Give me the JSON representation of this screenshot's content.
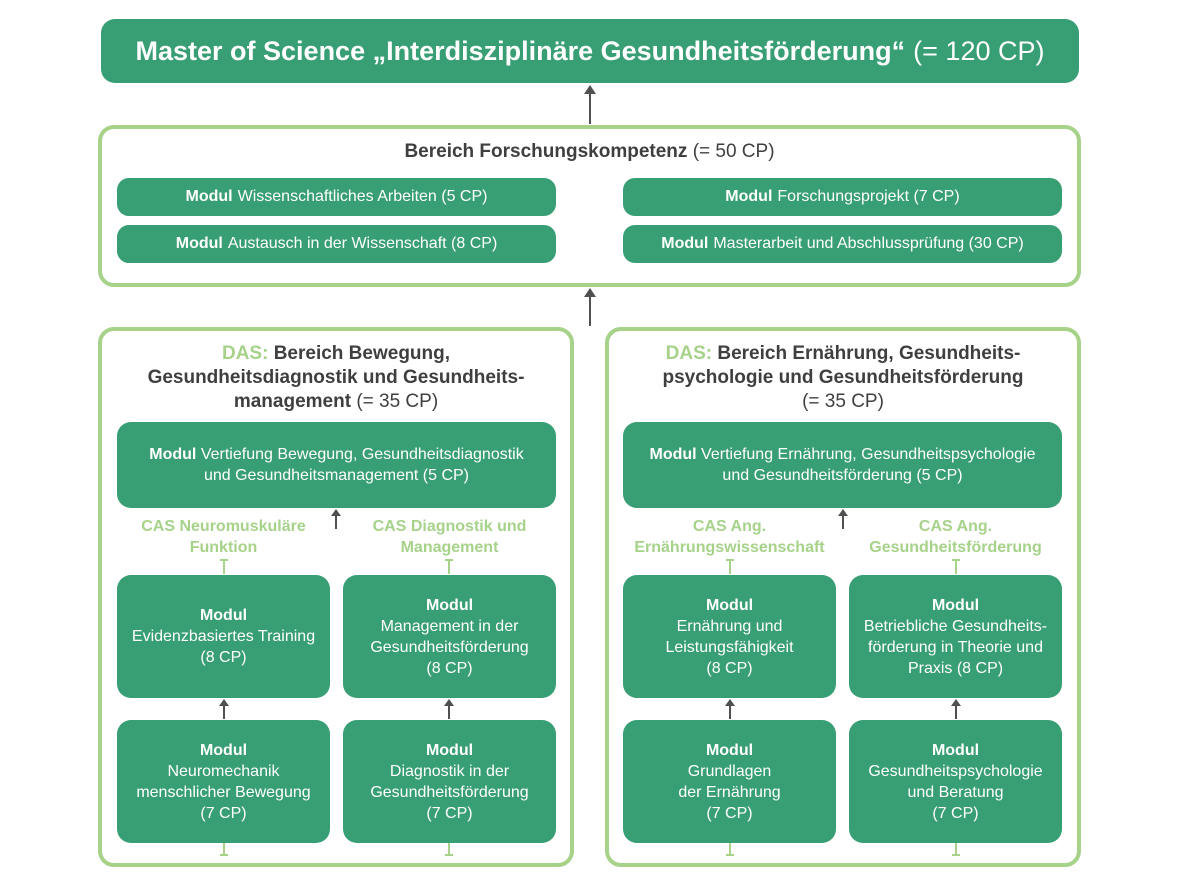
{
  "master": {
    "title": "Master of Science „Interdisziplinäre Gesundheitsförderung“",
    "cp": "(= 120 CP)"
  },
  "research": {
    "title": "Bereich Forschungskompetenz",
    "cp": "(= 50 CP)",
    "modules": [
      {
        "prefix": "Modul",
        "text": "Wissenschaftliches Arbeiten (5 CP)"
      },
      {
        "prefix": "Modul",
        "text": "Forschungsprojekt (7 CP)"
      },
      {
        "prefix": "Modul",
        "text": "Austausch in der Wissenschaft (8 CP)"
      },
      {
        "prefix": "Modul",
        "text": "Masterarbeit und Abschlussprüfung (30 CP)"
      }
    ]
  },
  "das_left": {
    "das_label": "DAS:",
    "title_lines": [
      "Bereich Bewegung,",
      "Gesundheitsdiagnostik und Gesundheits-",
      "management"
    ],
    "cp": "(= 35 CP)",
    "top_module": {
      "prefix": "Modul",
      "lines": [
        "Vertiefung Bewegung, Gesundheitsdiagnostik",
        "und Gesundheitsmanagement (5 CP)"
      ]
    },
    "cas": [
      {
        "lines": [
          "CAS Neuromuskuläre",
          "Funktion"
        ]
      },
      {
        "lines": [
          "CAS Diagnostik und",
          "Management"
        ]
      }
    ],
    "modules": [
      {
        "prefix": "Modul",
        "lines": [
          "Evidenzbasiertes Training",
          "(8 CP)"
        ]
      },
      {
        "prefix": "Modul",
        "lines": [
          "Management in der",
          "Gesundheitsförderung",
          "(8 CP)"
        ]
      },
      {
        "prefix": "Modul",
        "lines": [
          "Neuromechanik",
          "menschlicher Bewegung",
          "(7 CP)"
        ]
      },
      {
        "prefix": "Modul",
        "lines": [
          "Diagnostik in der",
          "Gesundheitsförderung",
          "(7 CP)"
        ]
      }
    ]
  },
  "das_right": {
    "das_label": "DAS:",
    "title_lines": [
      "Bereich Ernährung, Gesundheits-",
      "psychologie und Gesundheitsförderung"
    ],
    "cp": "(= 35 CP)",
    "top_module": {
      "prefix": "Modul",
      "lines": [
        "Vertiefung Ernährung, Gesundheitspsychologie",
        "und Gesundheitsförderung (5 CP)"
      ]
    },
    "cas": [
      {
        "lines": [
          "CAS Ang.",
          "Ernährungswissenschaft"
        ]
      },
      {
        "lines": [
          "CAS Ang.",
          "Gesundheitsförderung"
        ]
      }
    ],
    "modules": [
      {
        "prefix": "Modul",
        "lines": [
          "Ernährung und",
          "Leistungsfähigkeit",
          "(8 CP)"
        ]
      },
      {
        "prefix": "Modul",
        "lines": [
          "Betriebliche Gesundheits-",
          "förderung in Theorie und",
          "Praxis (8 CP)"
        ]
      },
      {
        "prefix": "Modul",
        "lines": [
          "Grundlagen",
          "der Ernährung",
          "(7 CP)"
        ]
      },
      {
        "prefix": "Modul",
        "lines": [
          "Gesundheitspsychologie",
          "und Beratung",
          "(7 CP)"
        ]
      }
    ]
  },
  "colors": {
    "module_green": "#389e73",
    "frame_green": "#a6d28a",
    "arrow": "#505050"
  }
}
